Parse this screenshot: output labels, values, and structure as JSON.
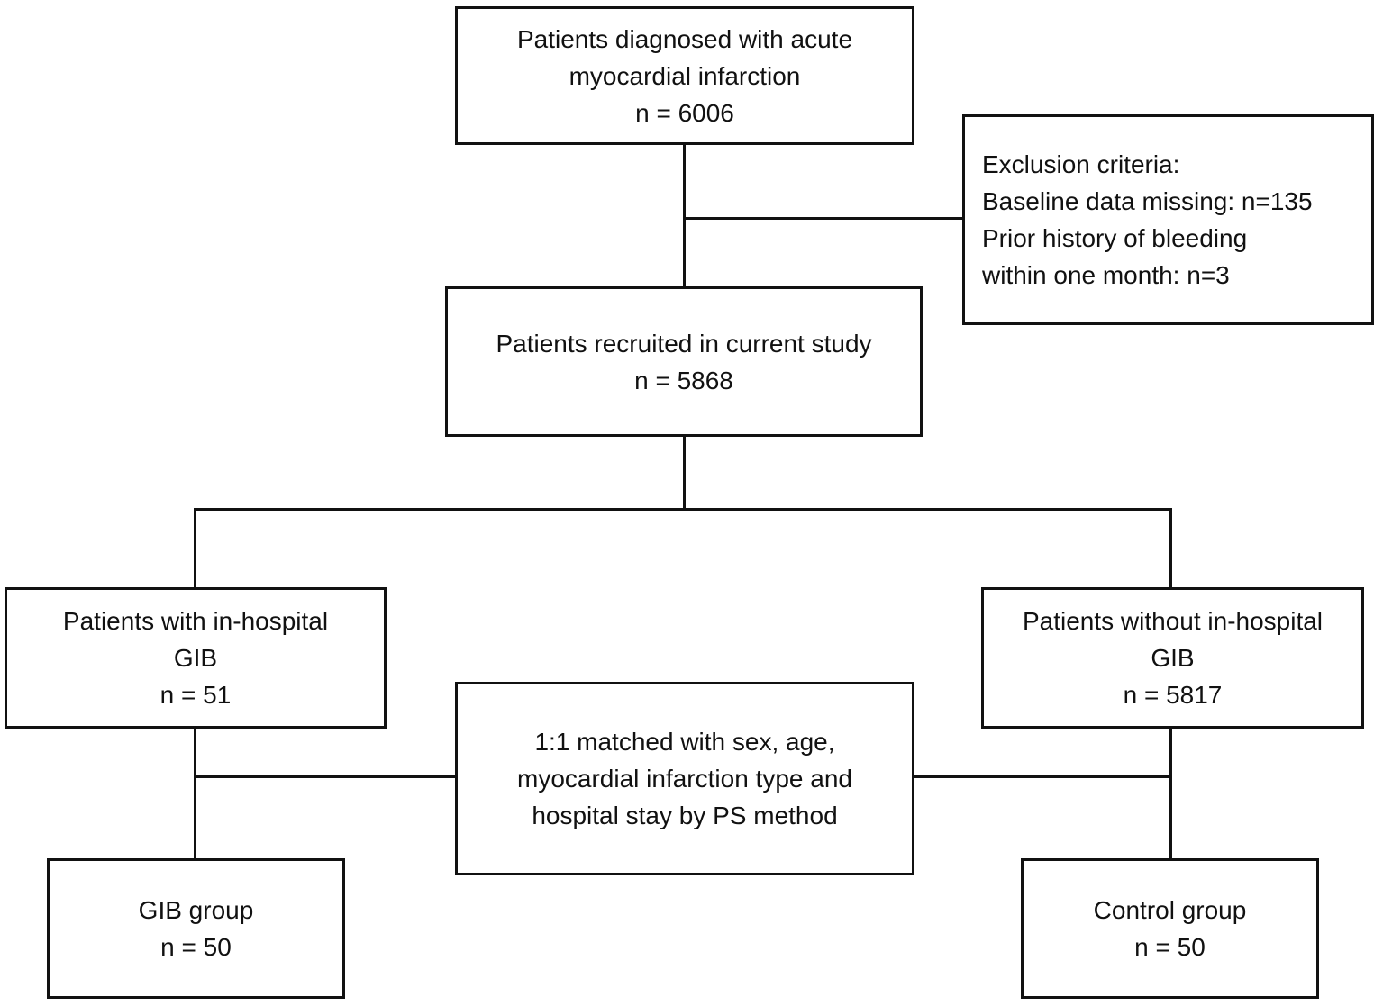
{
  "diagram": {
    "type": "flowchart",
    "colors": {
      "line": "#111111",
      "text": "#111111",
      "background": "#ffffff"
    },
    "boxes": {
      "diagnosed": {
        "lines": [
          "Patients diagnosed with acute",
          "myocardial infarction",
          "n = 6006"
        ]
      },
      "exclusion": {
        "lines": [
          "Exclusion criteria:",
          "Baseline data missing: n=135",
          "Prior history of bleeding",
          "within one month: n=3"
        ]
      },
      "recruited": {
        "lines": [
          "Patients recruited in current study",
          "n = 5868"
        ]
      },
      "with_gib": {
        "lines": [
          "Patients with in-hospital",
          "GIB",
          "n = 51"
        ]
      },
      "without_gib": {
        "lines": [
          "Patients without in-hospital",
          "GIB",
          "n = 5817"
        ]
      },
      "matched": {
        "lines": [
          "1:1 matched with sex, age,",
          "myocardial infarction type and",
          "hospital stay by PS method"
        ]
      },
      "gib_group": {
        "lines": [
          "GIB group",
          "n = 50"
        ]
      },
      "control_group": {
        "lines": [
          "Control group",
          "n = 50"
        ]
      }
    }
  }
}
